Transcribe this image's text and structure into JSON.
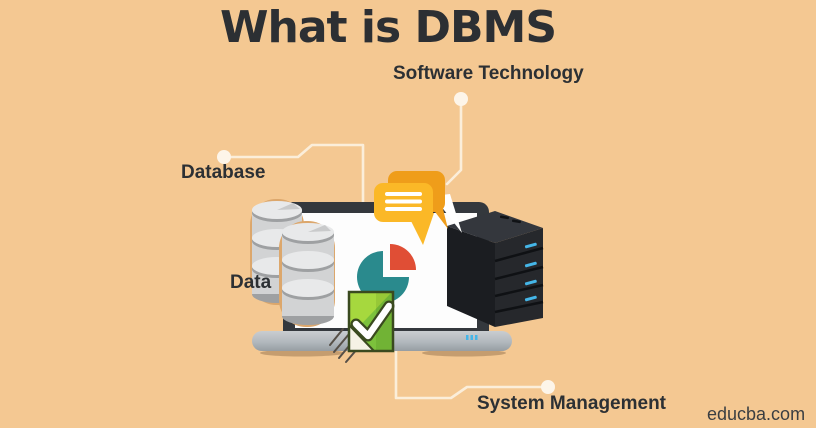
{
  "title": "What is DBMS",
  "annotations": {
    "software_technology": "Software Technology",
    "database": "Database",
    "data": "Data",
    "system_management": "System Management"
  },
  "watermark": "educba.com",
  "icons": {
    "laptop": "laptop-icon",
    "pie_chart": "pie-chart-icon",
    "database_cylinders": "database-cylinders-icon",
    "server_tower": "server-tower-icon",
    "speech_bubble": "speech-bubble-icon",
    "checkmark_box": "checkmark-box-icon",
    "connector_dot": "connector-dot"
  },
  "palette": {
    "background": "#F4C892",
    "heading_text": "#2C2F33",
    "label_text": "#2C3034",
    "connector": "#FBEEDA",
    "dot_fill": "#FDF5E9",
    "bubble_front": "#FBB827",
    "bubble_back": "#EF9D1A",
    "pie_teal": "#2A8A8D",
    "pie_red": "#E04E35",
    "check_green": "#7CC13C",
    "check_green_light": "#A6D83E",
    "check_outline": "#3A4A1F",
    "server_front": "#1B1D21",
    "server_side": "#26282C",
    "server_top": "#34373D",
    "led_blue": "#45B6E8",
    "laptop_frame": "#34383D",
    "screen_white": "#FDFDFD",
    "base_gray": "#B7BDC1",
    "cylinder_body": "#D2D3D4",
    "cylinder_top": "#E8E9EA",
    "cylinder_shadow": "#9EA0A2",
    "cylinder_outline": "#DCA76C"
  }
}
